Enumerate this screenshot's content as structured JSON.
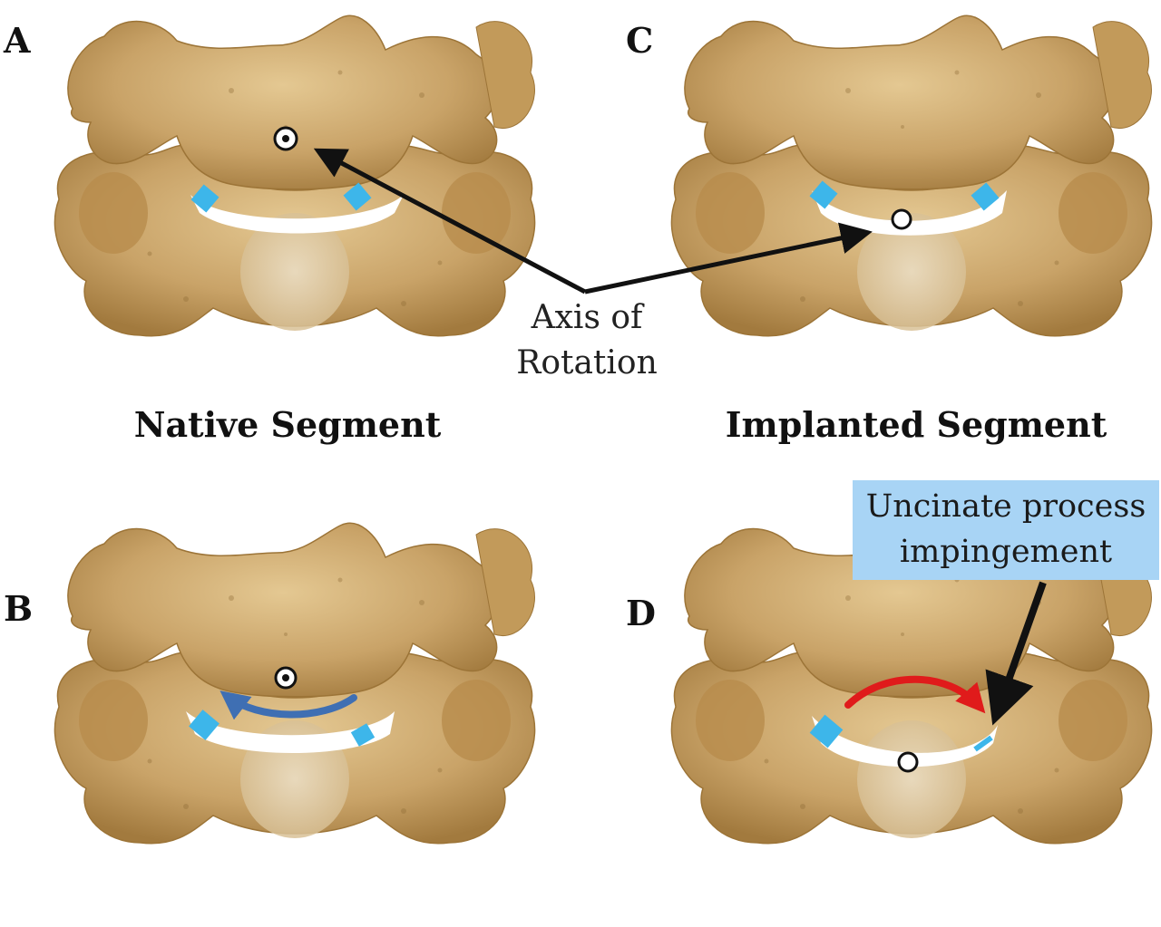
{
  "figure": {
    "panels": [
      {
        "id": "A",
        "letter": "A",
        "center_marker": "pivot-dot-upper"
      },
      {
        "id": "B",
        "letter": "B",
        "motion_arrow": "blue-rotation-arrow"
      },
      {
        "id": "C",
        "letter": "C",
        "center_marker": "pivot-dot-in-gap"
      },
      {
        "id": "D",
        "letter": "D",
        "motion_arrow": "red-rotation-arrow"
      }
    ],
    "captions": {
      "left": "Native Segment",
      "right": "Implanted Segment"
    },
    "axis_label": {
      "line1": "Axis of",
      "line2": "Rotation"
    },
    "callout": {
      "line1": "Uncinate process",
      "line2": "impingement"
    },
    "colors": {
      "bone": "#c9a368",
      "bone_dark": "#9c7437",
      "bone_light": "#dfc290",
      "disc_marker": "#3db6ea",
      "rotation_native": "#3f6fb3",
      "rotation_implanted": "#e01b1b",
      "callout_bg": "#a8d4f5",
      "arrow": "#111111"
    }
  }
}
